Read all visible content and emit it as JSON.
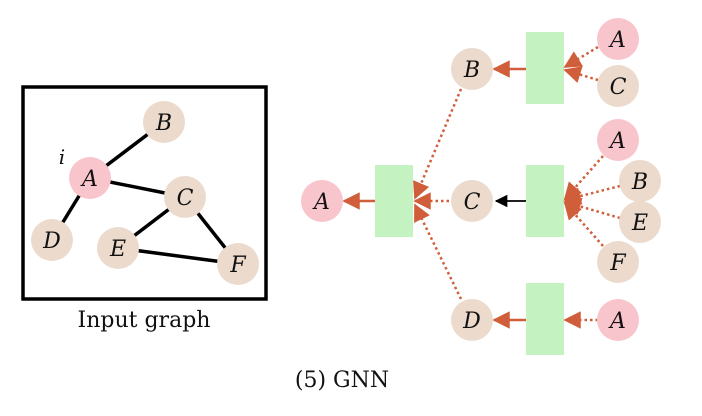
{
  "input_graph": {
    "caption": "Input graph",
    "target_marker": "i",
    "nodes": [
      {
        "id": "A",
        "label": "A",
        "role": "target"
      },
      {
        "id": "B",
        "label": "B",
        "role": "neighbor"
      },
      {
        "id": "C",
        "label": "C",
        "role": "neighbor"
      },
      {
        "id": "D",
        "label": "D",
        "role": "neighbor"
      },
      {
        "id": "E",
        "label": "E",
        "role": "neighbor"
      },
      {
        "id": "F",
        "label": "F",
        "role": "neighbor"
      }
    ],
    "edges": [
      [
        "A",
        "B"
      ],
      [
        "A",
        "C"
      ],
      [
        "A",
        "D"
      ],
      [
        "C",
        "E"
      ],
      [
        "C",
        "F"
      ],
      [
        "E",
        "F"
      ]
    ]
  },
  "gnn_tree": {
    "root": "A",
    "level1": [
      "B",
      "C",
      "D"
    ],
    "level2": {
      "B": [
        "A",
        "C"
      ],
      "C": [
        "A",
        "B",
        "E",
        "F"
      ],
      "D": [
        "A"
      ]
    }
  },
  "figure_caption": "(5) GNN",
  "colors": {
    "target_node": "#f9c5cc",
    "neighbor_node": "#ecdbcd",
    "aggregator_box": "#c4f2c0",
    "arrow": "#d05e3a",
    "graph_edge": "#000000",
    "frame": "#000000"
  }
}
